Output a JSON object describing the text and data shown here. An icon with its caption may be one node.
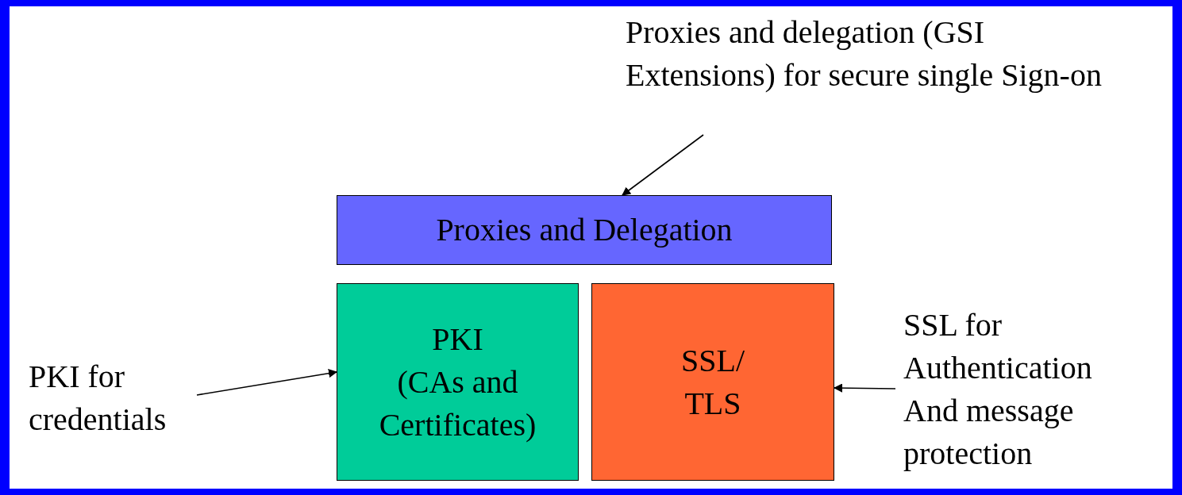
{
  "diagram": {
    "nodes": [
      {
        "text": [
          "Proxies and delegation (GSI Extensions) for secure single Sign-on"
        ]
      },
      {
        "text": [
          "Proxies and Delegation"
        ]
      },
      {
        "text": [
          "PKI (CAs and Certificates)"
        ]
      },
      {
        "text": [
          "SSL/ TLS"
        ]
      },
      {
        "text": [
          "PKI for credentials"
        ]
      },
      {
        "text": [
          "SSL for Authentication And message protection"
        ]
      }
    ],
    "edges": [
      {
        "from": 0,
        "to": 1,
        "arrow": "to"
      },
      {
        "from": 4,
        "to": 2,
        "arrow": "to"
      },
      {
        "from": 5,
        "to": 3,
        "arrow": "to"
      }
    ]
  }
}
